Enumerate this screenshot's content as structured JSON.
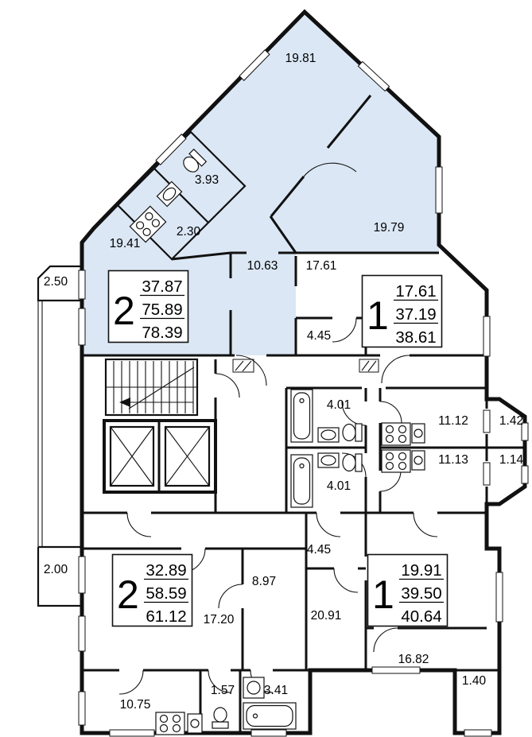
{
  "colors": {
    "apartment_highlight": "#dbe7f5",
    "wall": "#111111",
    "background": "#ffffff"
  },
  "rooms": {
    "wing_top": "19.81",
    "wing_right": "19.79",
    "bath_wing": "3.93",
    "wc_wing": "2.30",
    "room_wing_left": "19.41",
    "hall_top": "10.63",
    "room_top_right": "17.61",
    "balcony_left_upper": "2.50",
    "hall_apt_top_right": "4.45",
    "bathroom_upper": "4.01",
    "kitchen_upper": "11.12",
    "balcony_right_upper": "1.42",
    "kitchen_lower": "11.13",
    "balcony_right_lower": "1.14",
    "bathroom_lower": "4.01",
    "balcony_left_lower": "2.00",
    "hall_apt_bottom_right": "4.45",
    "hall_bottom_left": "8.97",
    "room_bottom_mid": "20.91",
    "room_bottom_left": "17.20",
    "room_bottom_right": "16.82",
    "balcony_bottom_right": "1.40",
    "kitchen_bottom_left": "10.75",
    "wc_bottom": "1.57",
    "bath_bottom": "3.41"
  },
  "apartments": {
    "apt_2_upper": {
      "rooms": "2",
      "living_area": "37.87",
      "area": "75.89",
      "total_area": "78.39"
    },
    "apt_1_upper": {
      "rooms": "1",
      "living_area": "17.61",
      "area": "37.19",
      "total_area": "38.61"
    },
    "apt_2_lower": {
      "rooms": "2",
      "living_area": "32.89",
      "area": "58.59",
      "total_area": "61.12"
    },
    "apt_1_lower": {
      "rooms": "1",
      "living_area": "19.91",
      "area": "39.50",
      "total_area": "40.64"
    }
  }
}
